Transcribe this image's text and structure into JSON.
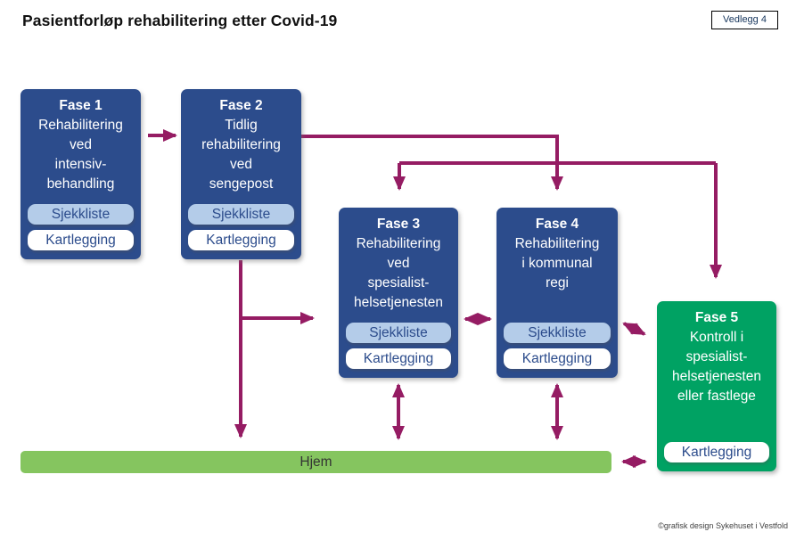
{
  "page": {
    "title": "Pasientforløp rehabilitering etter Covid-19",
    "attachment_label": "Vedlegg 4",
    "credit": "©grafisk design Sykehuset i Vestfold"
  },
  "colors": {
    "phase_blue": "#2C4C8C",
    "phase_green": "#00A263",
    "pill_light_blue": "#B4CCE9",
    "pill_white": "#FFFFFF",
    "pill_text_blue": "#2C4C8C",
    "home_bar_green": "#85C55F",
    "arrow_magenta": "#951C63"
  },
  "phases": [
    {
      "title": "Fase 1",
      "description": "Rehabilitering\nved\nintensiv-\nbehandling",
      "buttons": [
        "Sjekkliste",
        "Kartlegging"
      ]
    },
    {
      "title": "Fase 2",
      "description": "Tidlig\nrehabilitering\nved\nsengepost",
      "buttons": [
        "Sjekkliste",
        "Kartlegging"
      ]
    },
    {
      "title": "Fase 3",
      "description": "Rehabilitering\nved\nspesialist-\nhelsetjenesten",
      "buttons": [
        "Sjekkliste",
        "Kartlegging"
      ]
    },
    {
      "title": "Fase 4",
      "description": "Rehabilitering\ni kommunal\nregi",
      "buttons": [
        "Sjekkliste",
        "Kartlegging"
      ]
    },
    {
      "title": "Fase 5",
      "description": "Kontroll i\nspesialist-\nhelsetjenesten\neller fastlege",
      "buttons": [
        "Kartlegging"
      ]
    }
  ],
  "home": {
    "label": "Hjem"
  }
}
